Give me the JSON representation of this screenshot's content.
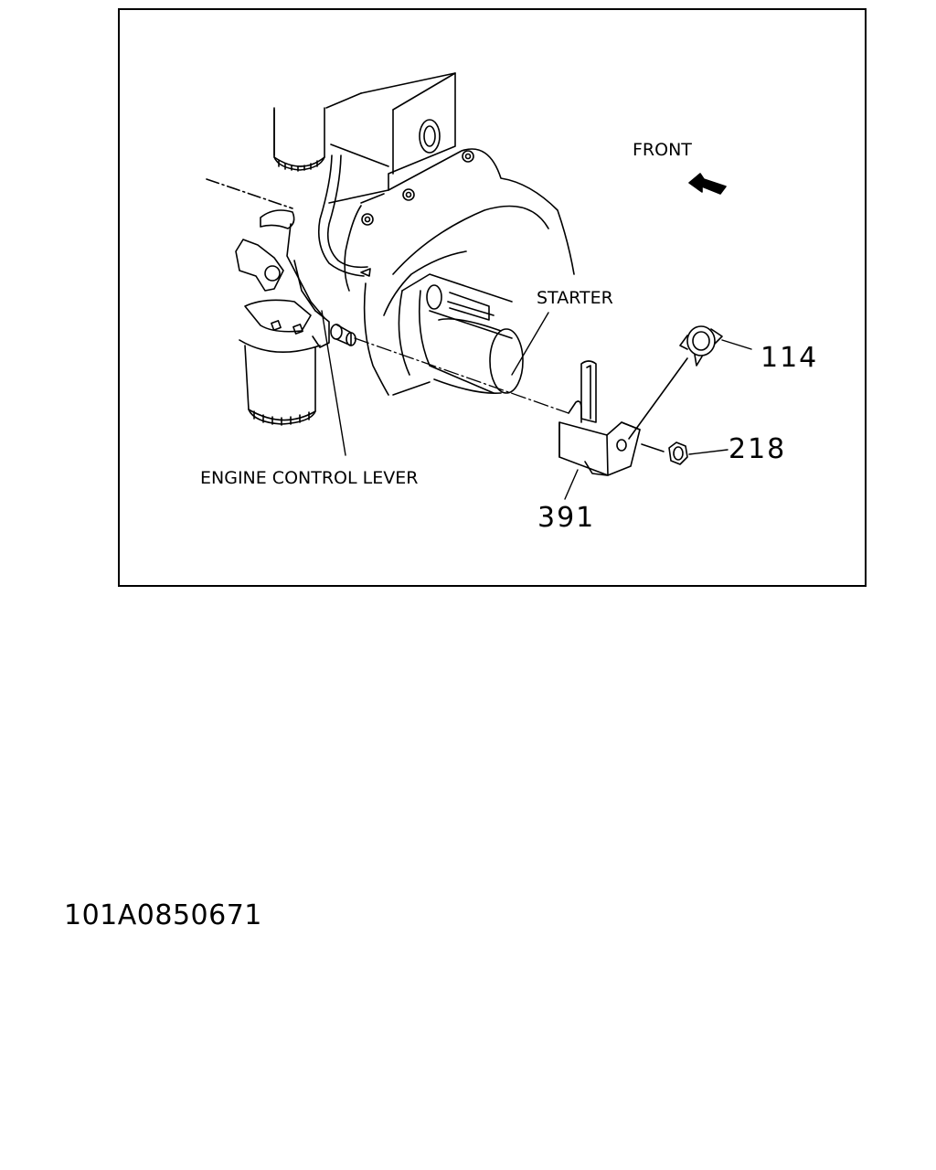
{
  "diagram": {
    "labels": {
      "front": "FRONT",
      "starter": "STARTER",
      "engine_control_lever": "ENGINE CONTROL LEVER"
    },
    "parts": [
      {
        "number": "114",
        "name": "hose-clamp"
      },
      {
        "number": "218",
        "name": "nut"
      },
      {
        "number": "391",
        "name": "bracket"
      }
    ],
    "icons": {
      "front_arrow": "arrow-up-left-icon"
    }
  },
  "footer": {
    "drawing_number": "101A0850671"
  }
}
